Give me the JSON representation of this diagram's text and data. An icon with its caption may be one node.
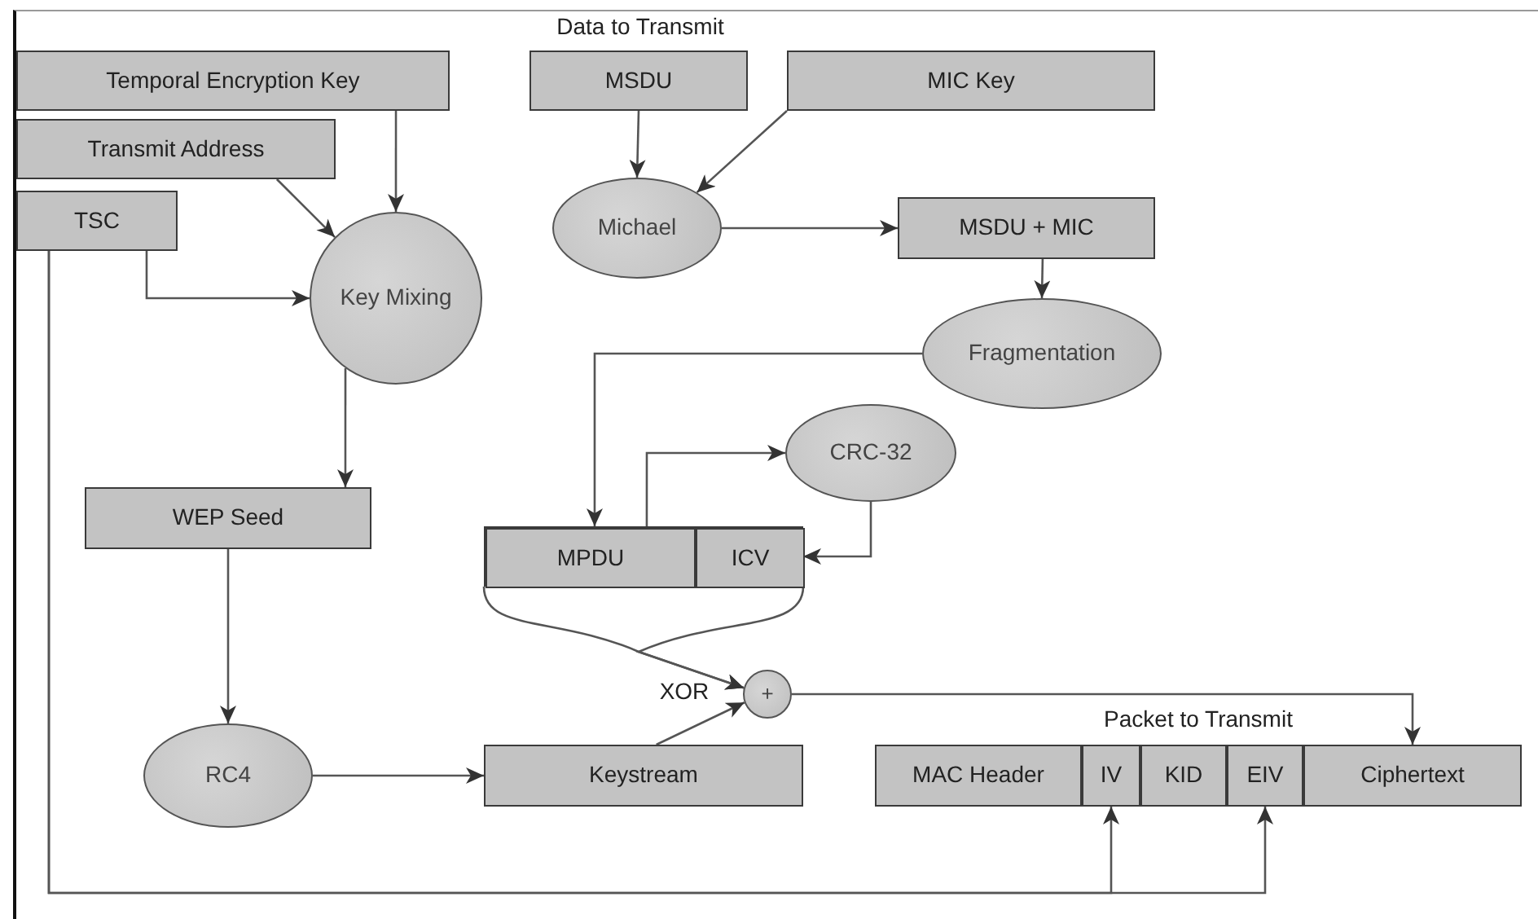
{
  "diagram": {
    "nodes": [
      {
        "text": [
          "Temporal Encryption Key"
        ]
      },
      {
        "text": [
          "Transmit Address"
        ]
      },
      {
        "text": [
          "TSC"
        ]
      },
      {
        "text": [
          "Key Mixing"
        ]
      },
      {
        "text": [
          "MSDU"
        ],
        "beside": [
          "Data to Transmit"
        ]
      },
      {
        "text": [
          "MIC Key"
        ]
      },
      {
        "text": [
          "Michael"
        ]
      },
      {
        "text": [
          "MSDU + MIC"
        ]
      },
      {
        "text": [
          "Fragmentation"
        ]
      },
      {
        "text": [
          "CRC-32"
        ]
      },
      {
        "text": [],
        "shape": "box"
      },
      {
        "text": [
          "MPDU"
        ],
        "in": 10
      },
      {
        "text": [
          "ICV"
        ],
        "in": 10
      },
      {
        "text": [
          "WEP Seed"
        ]
      },
      {
        "text": [
          "+"
        ],
        "beside": [
          "XOR"
        ]
      },
      {
        "text": [
          "RC4"
        ]
      },
      {
        "text": [
          "Keystream"
        ]
      },
      {
        "text": [
          "Packet to Transmit"
        ]
      },
      {
        "text": [
          "MAC Header"
        ],
        "in": 17
      },
      {
        "text": [
          "IV"
        ],
        "in": 17
      },
      {
        "text": [
          "KID"
        ],
        "in": 17
      },
      {
        "text": [
          "EIV"
        ],
        "in": 17
      },
      {
        "text": [
          "Ciphertext"
        ],
        "in": 17
      }
    ],
    "edges": [
      {
        "from": 0,
        "to": 3,
        "arrow": "to"
      },
      {
        "from": 1,
        "to": 3,
        "arrow": "to"
      },
      {
        "from": 2,
        "to": 3,
        "arrow": "to"
      },
      {
        "from": 3,
        "to": 13,
        "arrow": "to"
      },
      {
        "from": 4,
        "to": 6,
        "arrow": "to"
      },
      {
        "from": 5,
        "to": 6,
        "arrow": "to"
      },
      {
        "from": 6,
        "to": 7,
        "arrow": "to"
      },
      {
        "from": 7,
        "to": 8,
        "arrow": "to"
      },
      {
        "from": 8,
        "to": 11,
        "arrow": "to"
      },
      {
        "from": 11,
        "to": 9,
        "arrow": "to"
      },
      {
        "from": 9,
        "to": 12,
        "arrow": "to"
      },
      {
        "from": 11,
        "to": 14,
        "arrow": "to"
      },
      {
        "from": 12,
        "to": 14,
        "arrow": "to"
      },
      {
        "from": 16,
        "to": 14,
        "arrow": "to"
      },
      {
        "from": 13,
        "to": 15,
        "arrow": "to"
      },
      {
        "from": 15,
        "to": 16,
        "arrow": "to"
      },
      {
        "from": 14,
        "to": 22,
        "arrow": "to"
      },
      {
        "from": 2,
        "to": 19,
        "arrow": "to"
      },
      {
        "from": 2,
        "to": 21,
        "arrow": "to"
      }
    ]
  }
}
